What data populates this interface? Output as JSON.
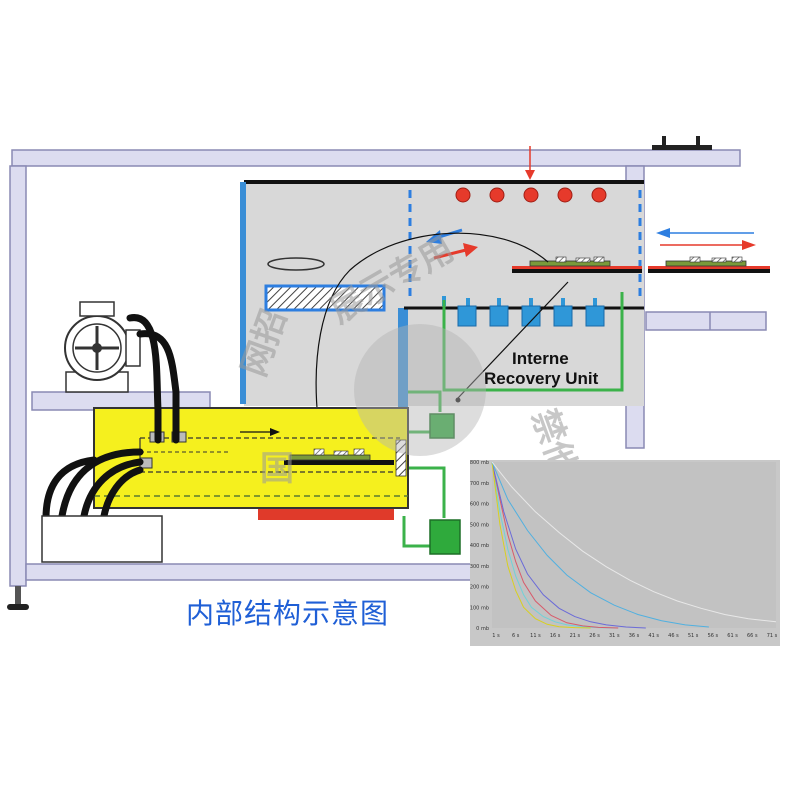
{
  "caption": "内部结构示意图",
  "unit_label": {
    "line1": "Interne",
    "line2": "Recovery Unit"
  },
  "watermark": {
    "line1": "展示专用",
    "line2": "网招",
    "line3": "国",
    "line4": "禁他用途"
  },
  "colors": {
    "frame_fill": "#dcdcf0",
    "frame_stroke": "#8a8ab4",
    "chamber_fill": "#d8d8d8",
    "blue_post": "#3a8ed6",
    "heater_red": "#e63a2b",
    "tank_yellow": "#f5f01e",
    "tank_base_red": "#e03a2a",
    "pipe_green": "#3bb24a",
    "valve_blue": "#2f97d8",
    "chart_bg": "#c8c8c8"
  },
  "chart_data": {
    "type": "line",
    "title": "",
    "xlabel": "",
    "ylabel": "",
    "y_ticks": [
      "0 mb",
      "100 mb",
      "200 mb",
      "300 mb",
      "400 mb",
      "500 mb",
      "600 mb",
      "700 mb",
      "800 mb"
    ],
    "x_ticks": [
      "1 s",
      "6 s",
      "11 s",
      "16 s",
      "21 s",
      "26 s",
      "31 s",
      "36 s",
      "41 s",
      "46 s",
      "51 s",
      "56 s",
      "61 s",
      "66 s",
      "71 s"
    ],
    "ylim": [
      0,
      800
    ],
    "xlim": [
      1,
      73
    ],
    "series": [
      {
        "color": "#6fd2d8",
        "x": [
          1,
          3,
          5,
          7,
          9,
          11,
          14,
          17,
          20,
          24,
          28,
          33
        ],
        "y": [
          800,
          560,
          380,
          250,
          160,
          100,
          55,
          30,
          15,
          6,
          2,
          0
        ]
      },
      {
        "color": "#d85a6a",
        "x": [
          1,
          3,
          5,
          7,
          9,
          12,
          16,
          20,
          24,
          28,
          33
        ],
        "y": [
          800,
          620,
          450,
          320,
          220,
          130,
          60,
          25,
          10,
          3,
          0
        ]
      },
      {
        "color": "#6a6ad8",
        "x": [
          1,
          4,
          7,
          10,
          14,
          18,
          22,
          26,
          30,
          35,
          40
        ],
        "y": [
          800,
          560,
          380,
          260,
          160,
          95,
          55,
          30,
          15,
          5,
          0
        ]
      },
      {
        "color": "#d8d020",
        "x": [
          1,
          3,
          5,
          7,
          9,
          12,
          15,
          18,
          22,
          26
        ],
        "y": [
          800,
          500,
          300,
          180,
          100,
          45,
          18,
          6,
          2,
          0
        ]
      },
      {
        "color": "#50b0e0",
        "x": [
          1,
          5,
          10,
          15,
          20,
          26,
          32,
          38,
          44,
          50,
          56
        ],
        "y": [
          800,
          620,
          470,
          350,
          255,
          170,
          110,
          65,
          35,
          15,
          5
        ]
      },
      {
        "color": "#e8e8e8",
        "x": [
          1,
          6,
          12,
          18,
          24,
          30,
          36,
          42,
          48,
          54,
          60,
          66,
          73
        ],
        "y": [
          800,
          680,
          560,
          460,
          370,
          295,
          230,
          175,
          130,
          95,
          65,
          45,
          30
        ]
      }
    ]
  }
}
